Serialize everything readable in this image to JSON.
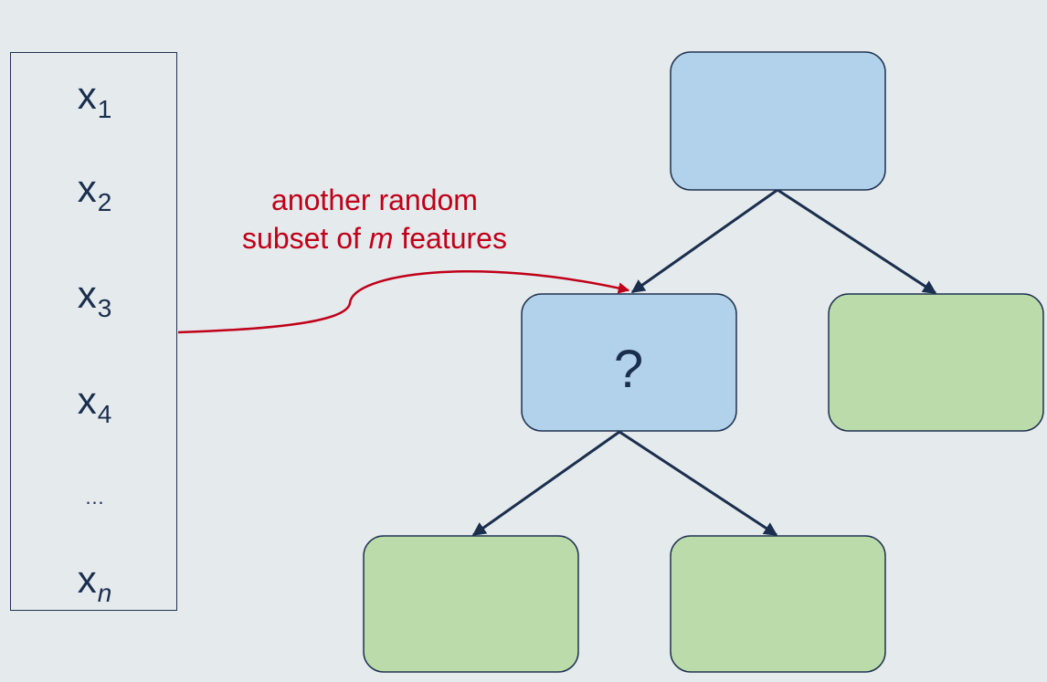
{
  "features": [
    {
      "base": "x",
      "sub": "1",
      "italic_sub": false
    },
    {
      "base": "x",
      "sub": "2",
      "italic_sub": false
    },
    {
      "base": "x",
      "sub": "3",
      "italic_sub": false
    },
    {
      "base": "x",
      "sub": "4",
      "italic_sub": false
    },
    {
      "base": "…",
      "sub": "",
      "italic_sub": false
    },
    {
      "base": "x",
      "sub": "n",
      "italic_sub": true
    }
  ],
  "annotation": {
    "line1": "another random",
    "line2_prefix": "subset of ",
    "line2_var": "m",
    "line2_suffix": " features",
    "color": "#c00018"
  },
  "tree": {
    "decision_node_label": "?",
    "decision_color": "#b1d2ea",
    "leaf_color": "#bcdbab",
    "edge_color": "#1a2e4d"
  }
}
